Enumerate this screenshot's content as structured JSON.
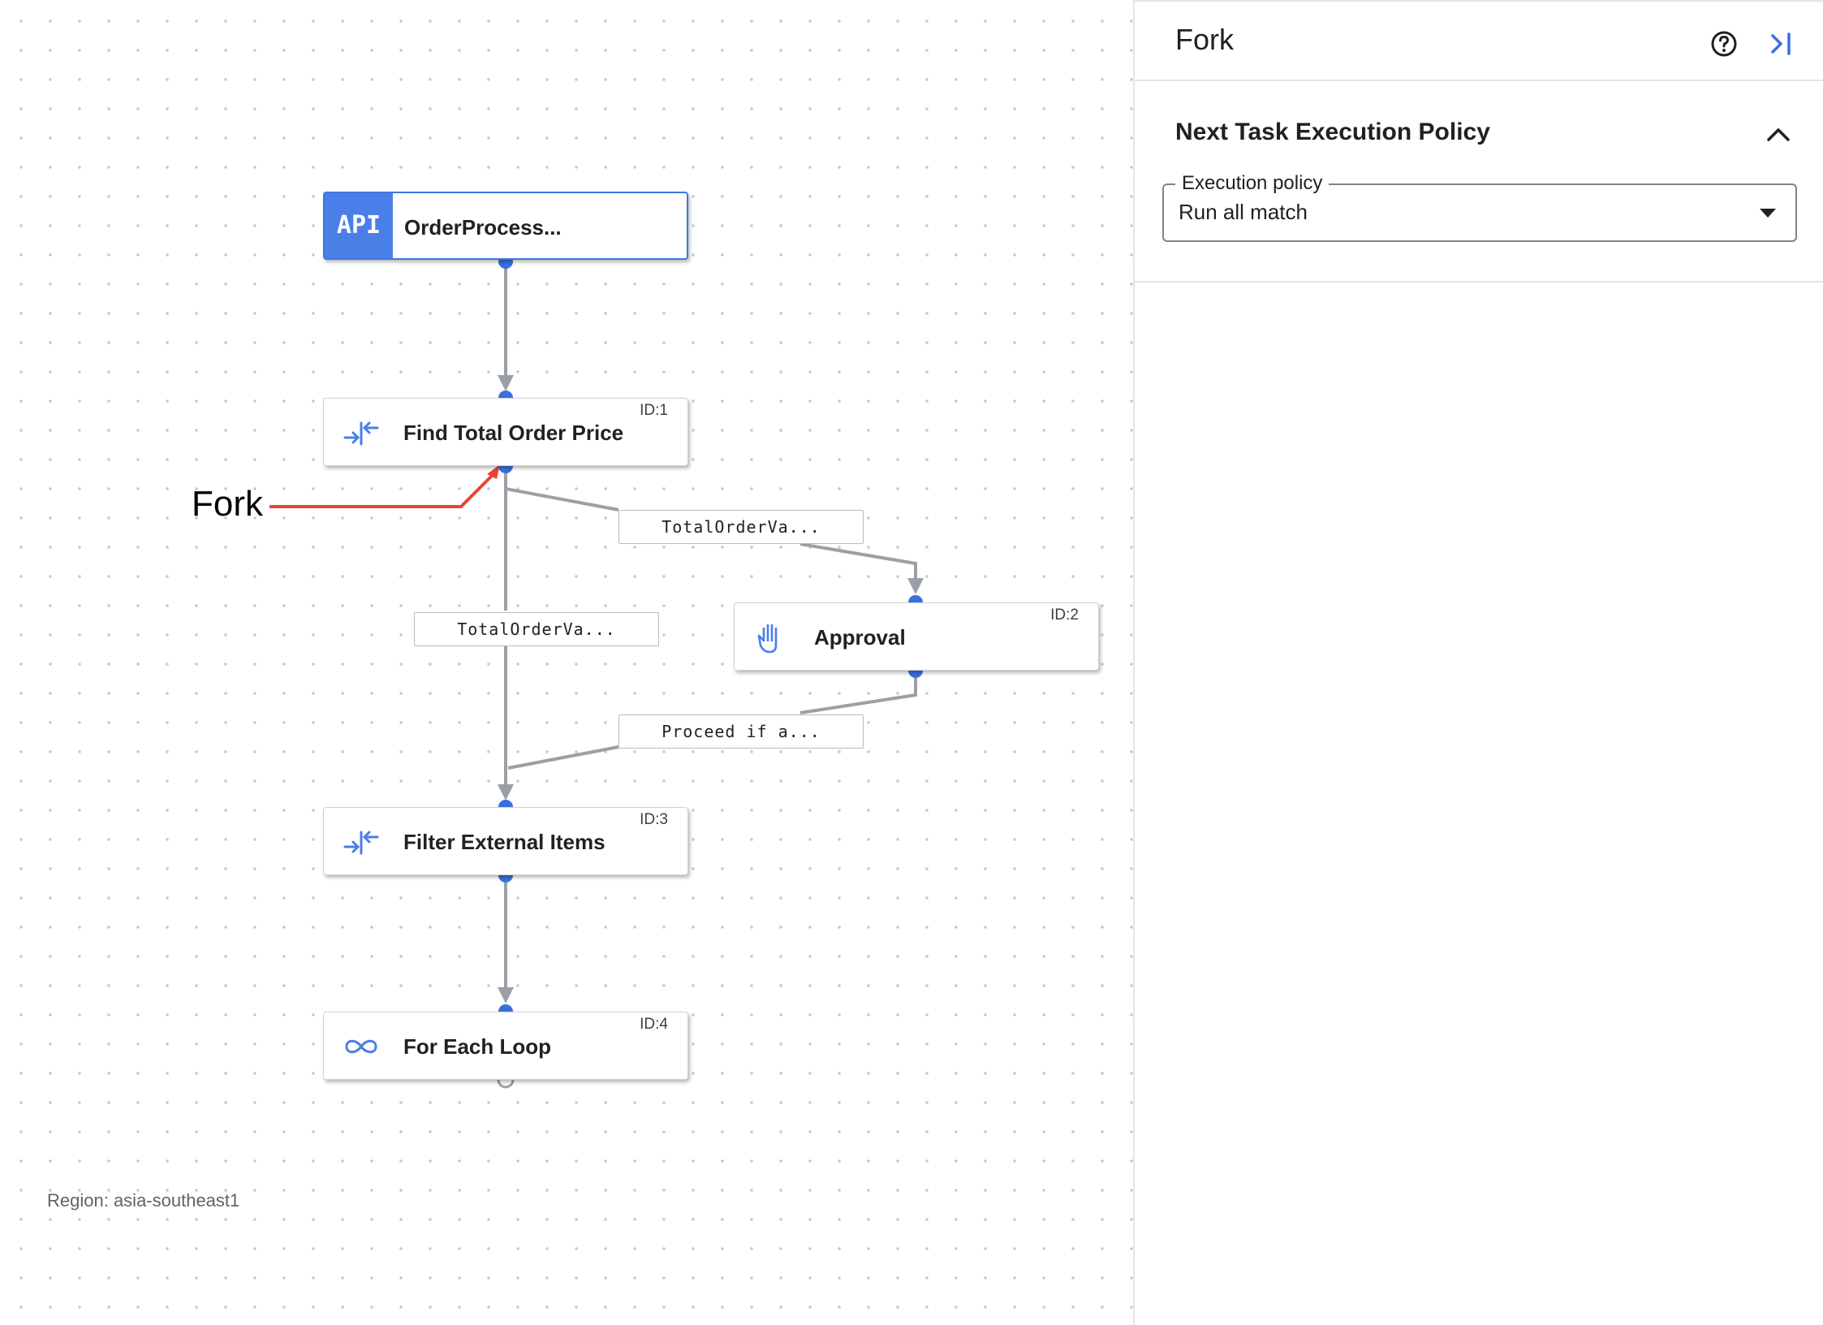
{
  "canvas": {
    "region_label": "Region: asia-southeast1",
    "annotation_label": "Fork",
    "annotation_color": "#ea4335",
    "nodes": [
      {
        "title": "OrderProcess...",
        "badge": "API",
        "accent": "#4a7fe8"
      },
      {
        "title": "Find Total Order Price",
        "id_label": "ID:1",
        "icon": "data-mapping-icon"
      },
      {
        "title": "Approval",
        "id_label": "ID:2",
        "icon": "hand-icon"
      },
      {
        "title": "Filter External Items",
        "id_label": "ID:3",
        "icon": "data-mapping-icon"
      },
      {
        "title": "For Each Loop",
        "id_label": "ID:4",
        "icon": "loop-icon"
      }
    ],
    "edge_labels": [
      "TotalOrderVa...",
      "TotalOrderVa...",
      "Proceed if a..."
    ]
  },
  "panel": {
    "title": "Fork",
    "section_title": "Next Task Execution Policy",
    "field_label": "Execution policy",
    "field_value": "Run all match"
  }
}
